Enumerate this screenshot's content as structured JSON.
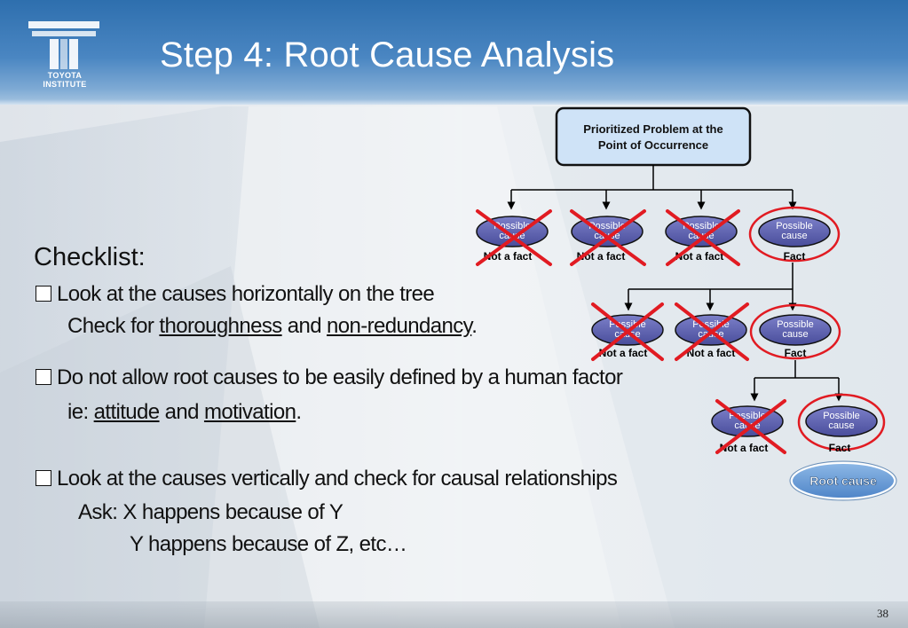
{
  "slide": {
    "title": "Step 4: Root Cause Analysis",
    "logo_line1": "TOYOTA",
    "logo_line2": "INSTITUTE",
    "page_number": "38"
  },
  "checklist": {
    "heading": "Checklist:",
    "item1_line1": "Look at the causes horizontally on the tree",
    "item1_line2_prefix": "Check for ",
    "item1_thoroughness": "thoroughness",
    "item1_and": " and ",
    "item1_nonredundancy": "non-redundancy",
    "item1_period": ".",
    "item2_line1": "Do not allow root causes to be easily defined by a human factor",
    "item2_line2_prefix": "ie: ",
    "item2_attitude": "attitude",
    "item2_and": " and ",
    "item2_motivation": "motivation",
    "item2_period": ".",
    "item3_line1": "Look at the causes vertically and check for causal relationships",
    "item3_line2": "Ask: X happens because of Y",
    "item3_line3": "Y happens because of Z, etc…"
  },
  "diagram": {
    "problem_line1": "Prioritized Problem at the",
    "problem_line2": "Point of Occurrence",
    "cause_line1": "Possible",
    "cause_line2": "cause",
    "not_fact": "Not a fact",
    "fact": "Fact",
    "root_cause": "Root cause",
    "colors": {
      "cause_fill": "#5b5fae",
      "problem_fill": "#cfe3f7",
      "root_fill": "#6b9fd8",
      "cross": "#e11b22"
    }
  }
}
